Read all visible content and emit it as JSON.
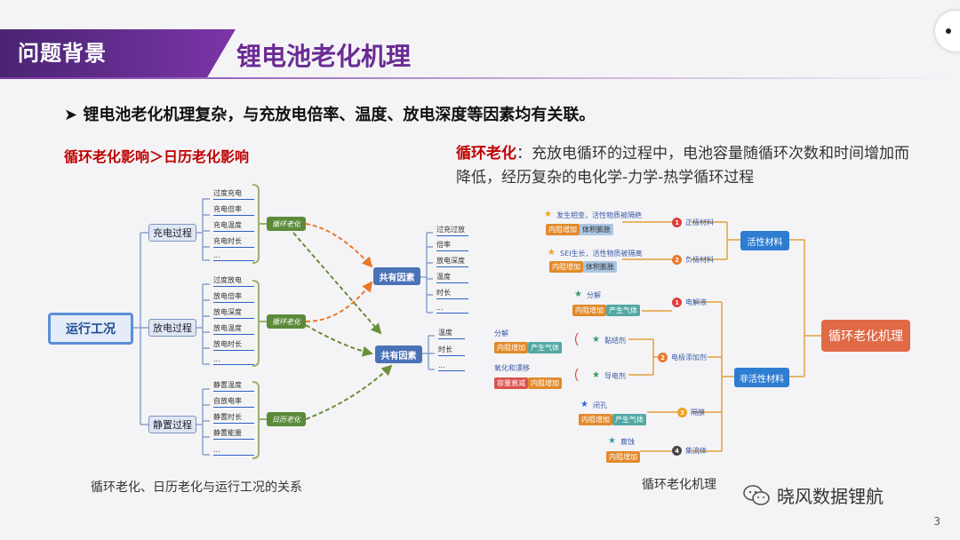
{
  "header": {
    "tag": "问题背景",
    "title": "锂电池老化机理"
  },
  "bullet": {
    "marker": "➤",
    "text": "锂电池老化机理复杂，与充放电倍率、温度、放电深度等因素均有关联。"
  },
  "left_subtitle": "循环老化影响＞日历老化影响",
  "description": {
    "term": "循环老化",
    "text": "：充放电循环的过程中，电池容量随循环次数和时间增加而降低，经历复杂的电化学-力学-热学循环过程"
  },
  "left_diagram": {
    "root": "运行工况",
    "processes": [
      "充电过程",
      "放电过程",
      "静置过程"
    ],
    "charge_leaves": [
      "过度充电",
      "充电倍率",
      "充电温度",
      "充电时长",
      "..."
    ],
    "discharge_leaves": [
      "过度放电",
      "放电倍率",
      "放电深度",
      "放电温度",
      "放电时长",
      "..."
    ],
    "rest_leaves": [
      "静置温度",
      "自放电率",
      "静置时长",
      "静置能量",
      "..."
    ],
    "aging": [
      "循环老化",
      "循环老化",
      "日历老化"
    ],
    "common_factors_label": "共有因素",
    "common_factors_1": [
      "过充过放",
      "倍率",
      "放电深度",
      "温度",
      "时长",
      "..."
    ],
    "common_factors_2": [
      "温度",
      "时长",
      "..."
    ],
    "caption": "循环老化、日历老化与运行工况的关系"
  },
  "right_diagram": {
    "mechanism": "循环老化机理",
    "active": "活性材料",
    "inactive": "非活性材料",
    "cathode": {
      "num": "1",
      "label": "正极材料",
      "desc": "发生相变，活性物质被隔绝",
      "tags": [
        "内阻增加",
        "体积膨胀"
      ]
    },
    "anode": {
      "num": "2",
      "label": "负极材料",
      "desc": "SEI生长，活性物质被隔离",
      "tags": [
        "内阻增加",
        "体积膨胀"
      ]
    },
    "electrolyte": {
      "num": "1",
      "label": "电解液",
      "desc": "分解",
      "tags": [
        "内阻增加",
        "产生气体"
      ]
    },
    "additive": {
      "num": "2",
      "label": "电极添加剂",
      "binder": {
        "label": "黏结剂",
        "desc": "分解",
        "tags": [
          "内阻增加",
          "产生气体"
        ]
      },
      "conductor": {
        "label": "导电剂",
        "desc": "氧化和漂移",
        "tags": [
          "容量衰减",
          "内阻增加"
        ]
      }
    },
    "separator": {
      "num": "3",
      "label": "隔膜",
      "desc": "闭孔",
      "tags": [
        "内阻增加",
        "产生气体"
      ]
    },
    "collector": {
      "num": "4",
      "label": "集流体",
      "desc": "腐蚀",
      "tags": [
        "内阻增加"
      ]
    },
    "caption": "循环老化机理"
  },
  "wechat": "晓风数据锂航",
  "page_number": "3",
  "colors": {
    "purple": "#6a2b94",
    "red": "#c00000",
    "orange": "#e28a2b",
    "blue": "#2e7dd1"
  }
}
